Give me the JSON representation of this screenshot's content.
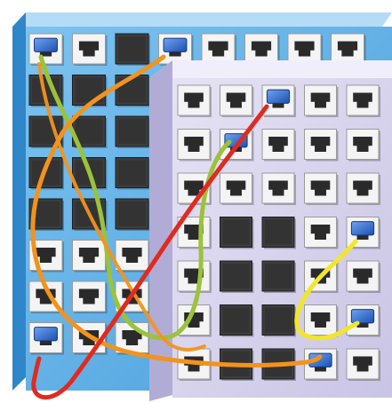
{
  "colors": {
    "back_panel_face": "#5aaee8",
    "back_panel_side": "#2f86c8",
    "back_panel_top": "#a9d6f5",
    "front_panel_face": "#d8d4ee",
    "front_panel_side": "#a8a3cc",
    "front_panel_top": "#ece9f8",
    "port_frame": "#f4f4f4",
    "port_dark": "#2a2a2a",
    "blank_slot": "#3d3d3d",
    "plug_blue": "#2f6fd6",
    "cable_red": "#e12a1f",
    "cable_orange": "#f2931d",
    "cable_green": "#9bc23a",
    "cable_yellow": "#f2e62a"
  },
  "icons": {
    "port": "rj45-port-icon",
    "plug": "rj45-plug-icon",
    "blank": "blank-slot"
  },
  "panels": {
    "back": {
      "label": "back-patch-panel",
      "columns": 8,
      "rows": [
        [
          "plug",
          "port",
          "blank",
          "plug",
          "port",
          "port",
          "port",
          "port"
        ],
        [
          "blank",
          "blank",
          "blank"
        ],
        [
          "blank",
          "blank",
          "blank"
        ],
        [
          "blank",
          "blank",
          "blank"
        ],
        [
          "blank",
          "blank",
          "blank"
        ],
        [
          "port",
          "port",
          "port"
        ],
        [
          "port",
          "port",
          "port"
        ],
        [
          "plug",
          "port",
          "port"
        ]
      ]
    },
    "front": {
      "label": "front-patch-panel",
      "columns": 5,
      "rows": [
        [
          "port",
          "port",
          "plug",
          "port",
          "port"
        ],
        [
          "port",
          "plug",
          "port",
          "port",
          "port"
        ],
        [
          "port",
          "port",
          "port",
          "port",
          "port"
        ],
        [
          "port",
          "blank",
          "blank",
          "port",
          "plug"
        ],
        [
          "port",
          "blank",
          "blank",
          "port",
          "port"
        ],
        [
          "port",
          "blank",
          "blank",
          "port",
          "plug"
        ],
        [
          "port",
          "blank",
          "blank",
          "plug",
          "port"
        ]
      ]
    }
  },
  "cables": [
    {
      "name": "green-cable",
      "color": "cable_green"
    },
    {
      "name": "orange-cable",
      "color": "cable_orange"
    },
    {
      "name": "red-cable",
      "color": "cable_red"
    },
    {
      "name": "yellow-cable",
      "color": "cable_yellow"
    }
  ]
}
